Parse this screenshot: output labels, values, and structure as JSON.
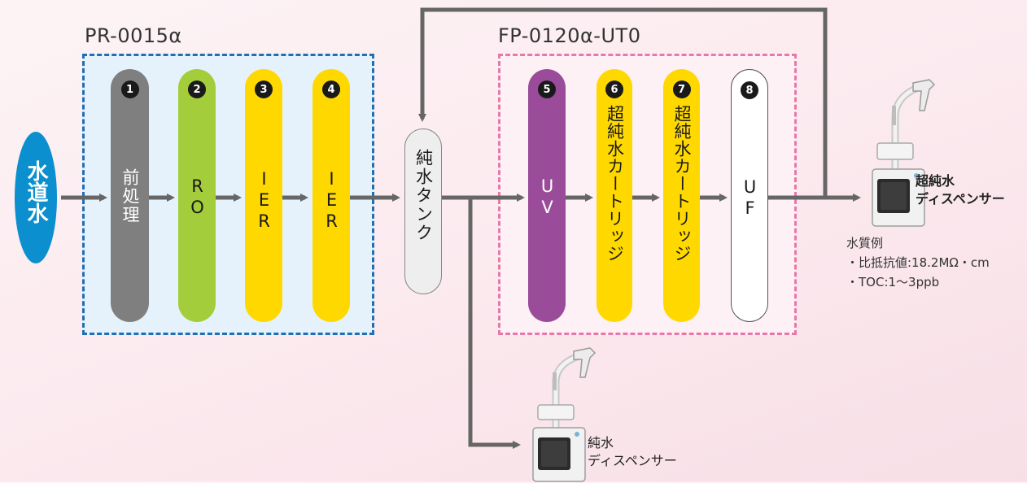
{
  "groups": {
    "pr": {
      "title": "PR-0015α"
    },
    "fp": {
      "title": "FP-0120α-UT0"
    }
  },
  "source": {
    "label": "水道水",
    "color": "#0b8fcf"
  },
  "stages": [
    {
      "num": "1",
      "label": "前処理",
      "color": "#7f7f7f",
      "text_color": "#ffffff"
    },
    {
      "num": "2",
      "label": "RO",
      "color": "#a3cd3a",
      "text_color": "#1a1a1a"
    },
    {
      "num": "3",
      "label": "IER",
      "color": "#ffd800",
      "text_color": "#1a1a1a"
    },
    {
      "num": "4",
      "label": "IER",
      "color": "#ffd800",
      "text_color": "#1a1a1a"
    },
    {
      "num": "5",
      "label": "UV",
      "color": "#9a4c9a",
      "text_color": "#ffffff"
    },
    {
      "num": "6",
      "label": "超純水カートリッジ",
      "color": "#ffd800",
      "text_color": "#1a1a1a"
    },
    {
      "num": "7",
      "label": "超純水カートリッジ",
      "color": "#ffd800",
      "text_color": "#1a1a1a"
    },
    {
      "num": "8",
      "label": "UF",
      "color": "#ffffff",
      "text_color": "#1a1a1a"
    }
  ],
  "tank": {
    "label": "純水タンク",
    "color": "#eeeeee"
  },
  "ultrapure_dispenser": {
    "line1": "超純水",
    "line2": "ディスペンサー"
  },
  "pure_dispenser": {
    "line1": "純水",
    "line2": "ディスペンサー"
  },
  "quality": {
    "title": "水質例",
    "items": [
      "・比抵抗値:18.2MΩ・cm",
      "・TOC:1〜3ppb"
    ]
  },
  "colors": {
    "arrow": "#666666",
    "pr_border": "#1f6fb5",
    "pr_fill": "#e6f2fb",
    "fp_border": "#e878a8",
    "fp_fill": "#fdf1f5"
  }
}
